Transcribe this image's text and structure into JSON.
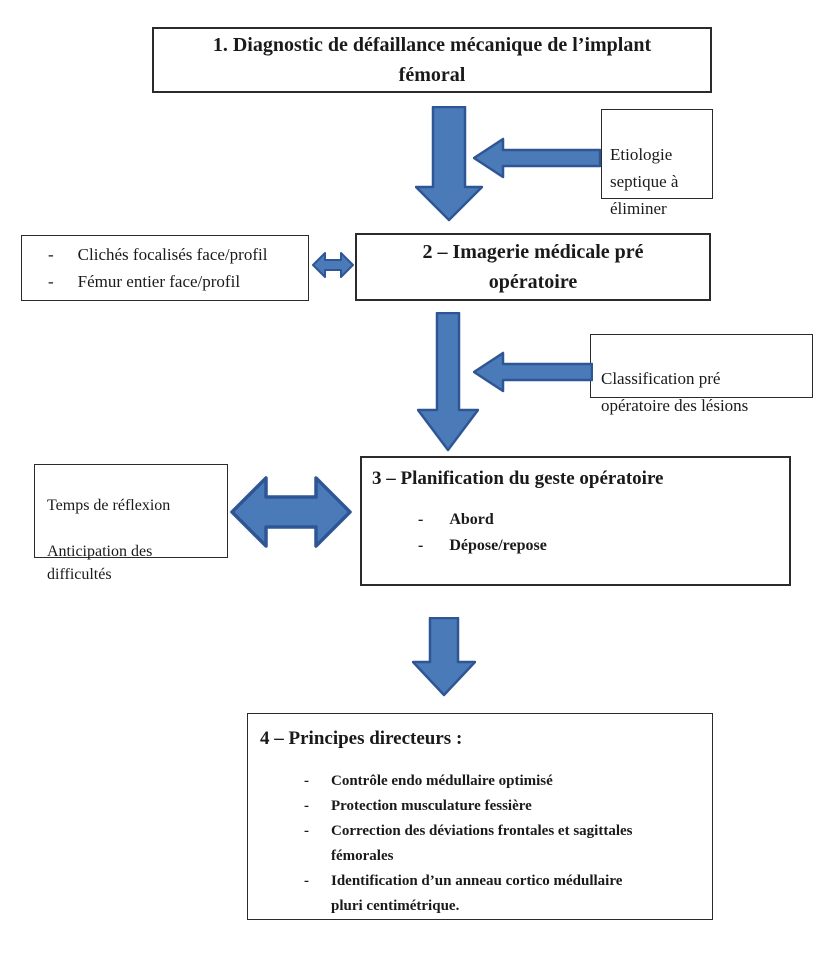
{
  "colors": {
    "arrow_fill": "#4b7ab8",
    "arrow_stroke": "#2f5694"
  },
  "bullets": {
    "dash": "-"
  },
  "boxes": {
    "step1": {
      "title": "1. Diagnostic de défaillance mécanique de l’implant\nfémoral"
    },
    "etiologie": {
      "text": "Etiologie\nseptique à\néliminer"
    },
    "imagerie_side": {
      "items": [
        "Clichés focalisés face/profil",
        "Fémur entier face/profil"
      ]
    },
    "step2": {
      "title": "2 – Imagerie médicale pré\nopératoire"
    },
    "classification": {
      "text": "Classification pré\nopératoire des lésions"
    },
    "reflexion": {
      "text": "Temps de réflexion\n\nAnticipation des\ndifficultés"
    },
    "step3": {
      "title": "3 – Planification du geste opératoire",
      "items": [
        "Abord",
        "Dépose/repose"
      ]
    },
    "step4": {
      "title": "4 – Principes directeurs :",
      "items": [
        "Contrôle endo médullaire optimisé",
        "Protection musculature fessière",
        "Correction des déviations frontales et sagittales\nfémorales",
        "Identification d’un anneau cortico médullaire\npluri centimétrique."
      ]
    }
  }
}
